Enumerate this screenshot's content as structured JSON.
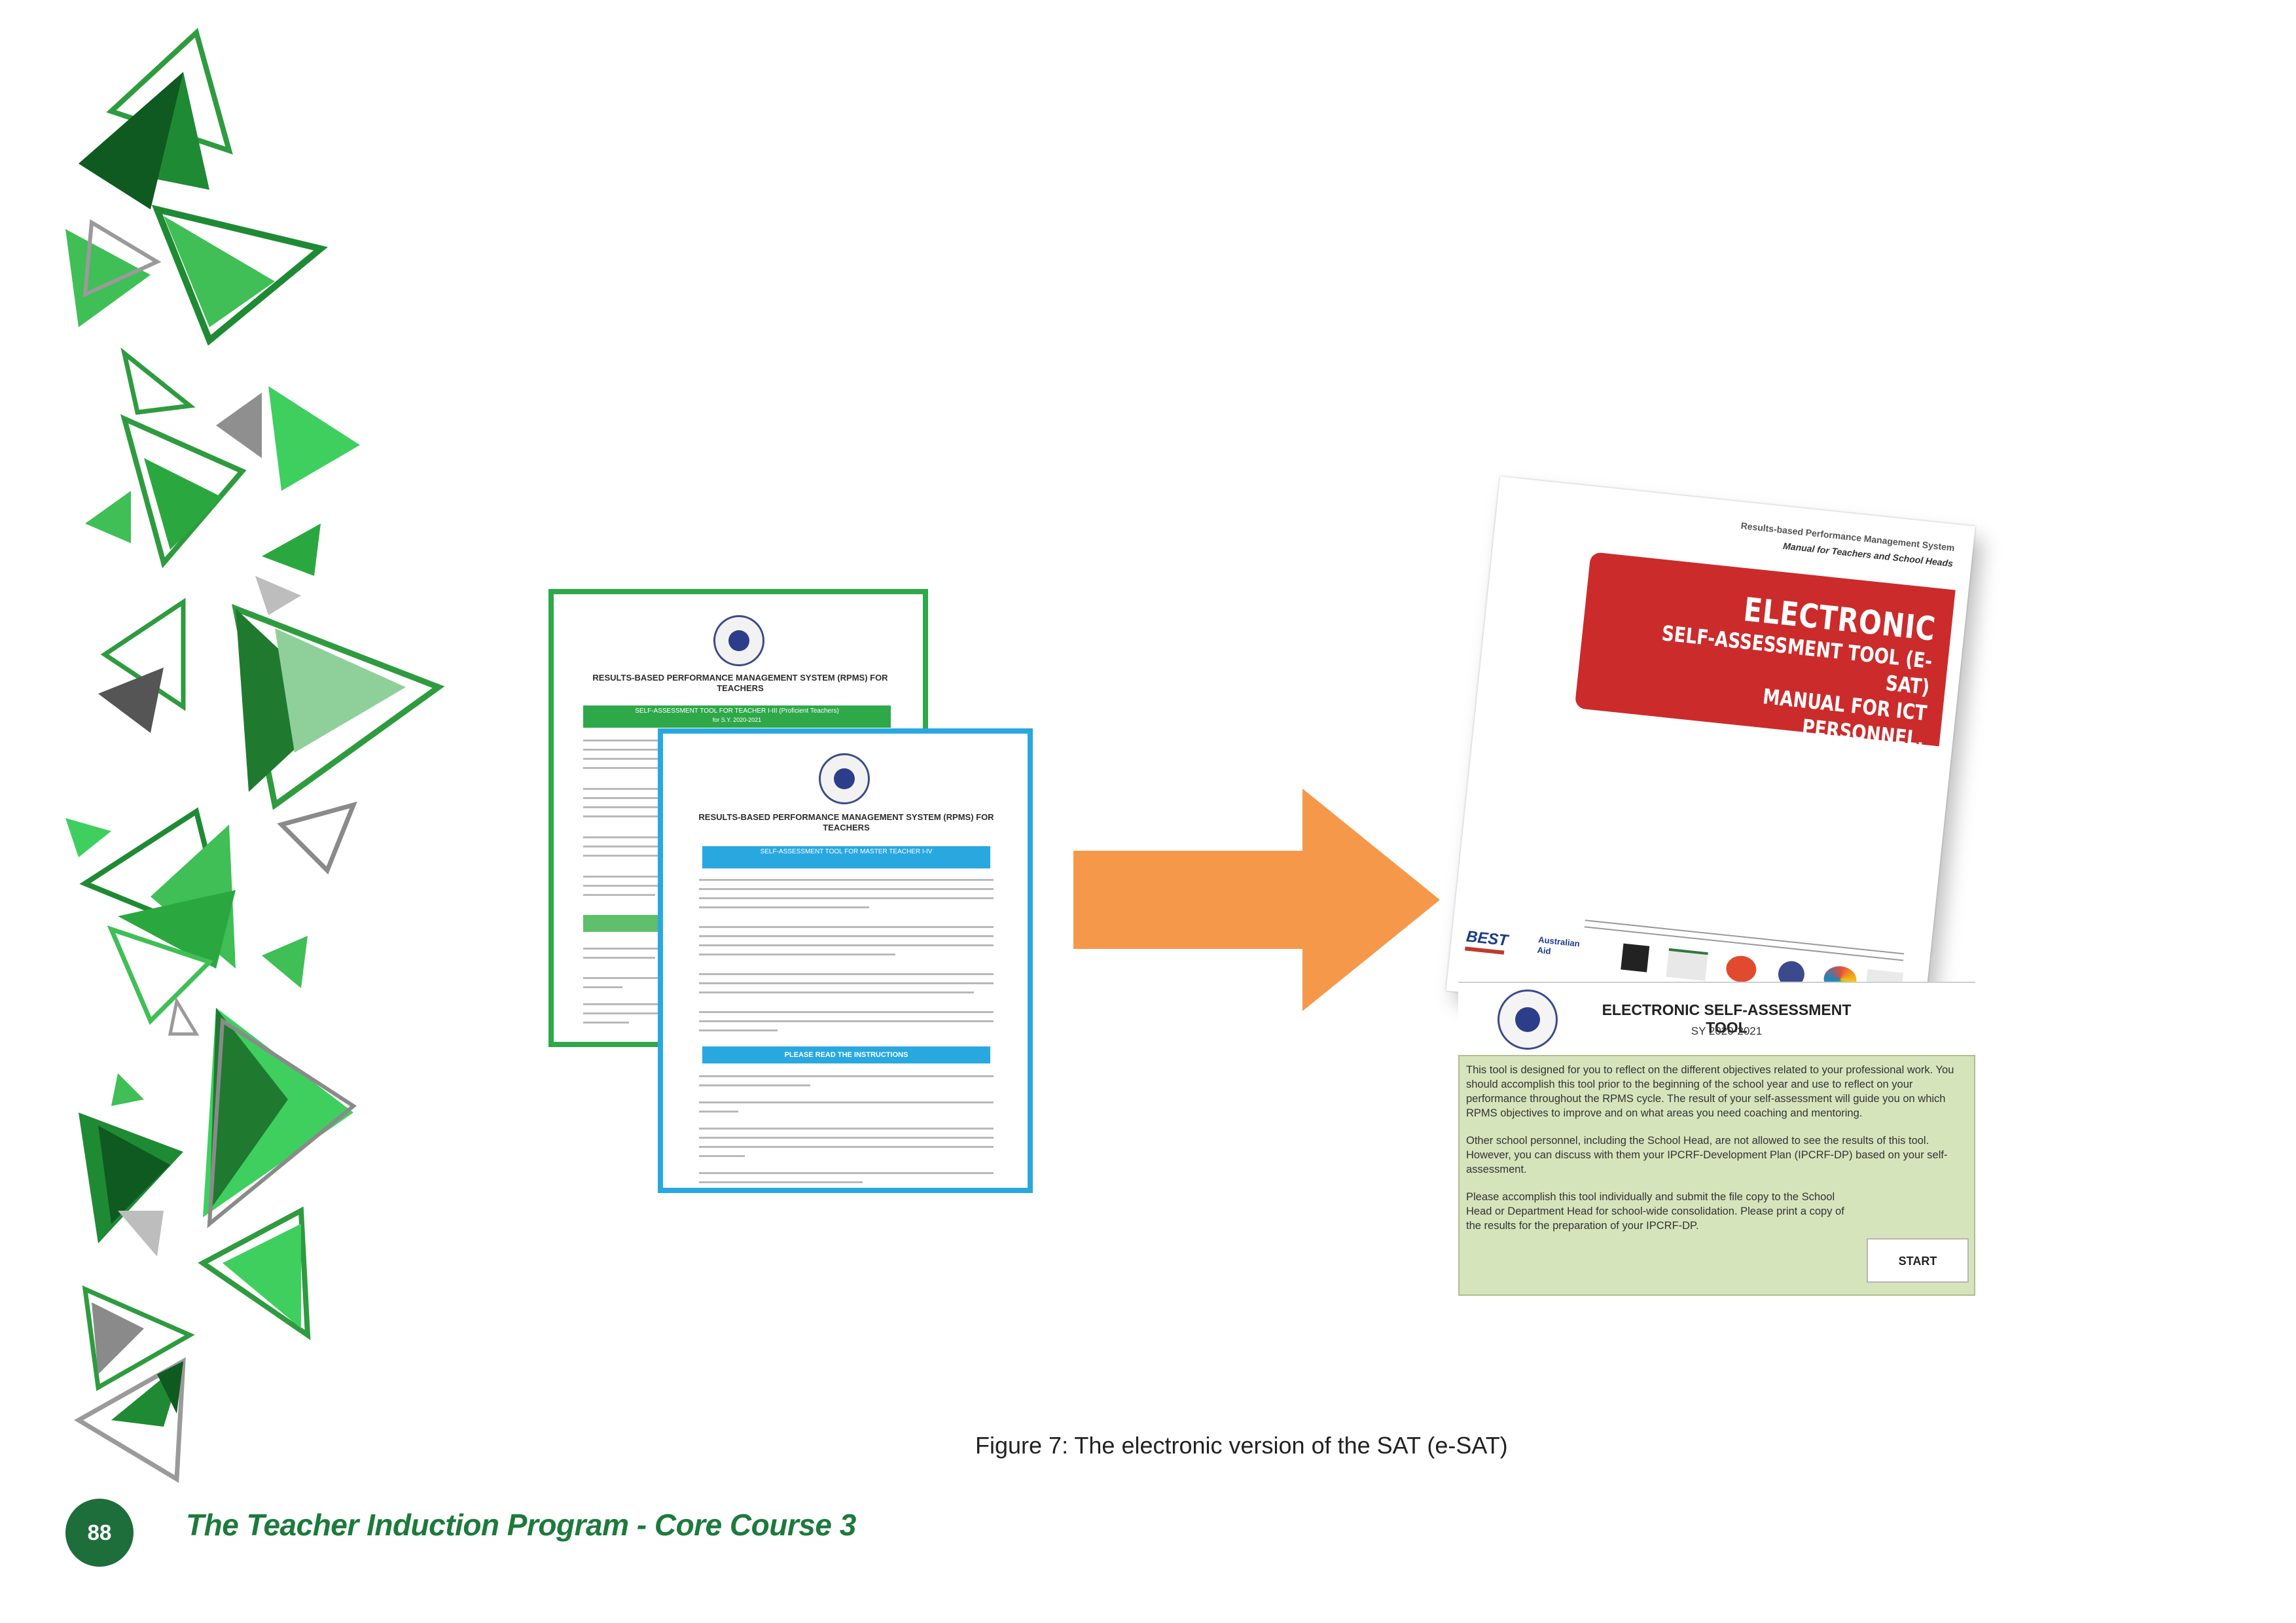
{
  "doc_green": {
    "title": "RESULTS-BASED PERFORMANCE MANAGEMENT SYSTEM (RPMS) FOR TEACHERS",
    "bar_label": "SELF-ASSESSMENT TOOL FOR TEACHER I-III (Proficient Teachers)",
    "year": "for S.Y. 2020-2021"
  },
  "doc_blue": {
    "title": "RESULTS-BASED PERFORMANCE MANAGEMENT SYSTEM (RPMS) FOR TEACHERS",
    "bar_label": "SELF-ASSESSMENT TOOL FOR MASTER TEACHER I-IV",
    "instructions_label": "PLEASE READ THE INSTRUCTIONS"
  },
  "manual": {
    "header1": "Results-based Performance Management System",
    "header2": "Manual for Teachers and School Heads",
    "title_line1": "ELECTRONIC",
    "title_line2": "SELF-ASSESSMENT TOOL (E-SAT)",
    "title_line3": "MANUAL FOR ICT PERSONNEL,",
    "title_line4": "TEACHERS AND SCHOOL HEADS",
    "logo_best": "BEST",
    "logo_aid": "Australian Aid"
  },
  "esat": {
    "title": "ELECTRONIC SELF-ASSESSMENT TOOL",
    "year": "SY 2020-2021",
    "paragraph1": "This tool is designed for you to reflect on the different objectives related to your professional work. You should accomplish this tool prior to the beginning of the school year and use to reflect on your performance throughout the RPMS cycle. The result of your self-assessment will guide you on which RPMS objectives to improve and on what areas you need coaching and mentoring.",
    "paragraph2": "Other school personnel, including the School Head, are not allowed to see the results of this tool. However, you can discuss with them your IPCRF-Development Plan (IPCRF-DP) based on your self-assessment.",
    "paragraph3": "Please accomplish this tool individually and submit the file copy to the School Head or Department Head for school-wide consolidation. Please print a copy of the results for the preparation of your IPCRF-DP.",
    "start_label": "START"
  },
  "caption": "Figure 7: The electronic version of the SAT (e-SAT)",
  "footer": {
    "page_number": "88",
    "title": "The Teacher Induction Program - Core Course 3"
  },
  "colors": {
    "green_border": "#2fa84a",
    "blue_border": "#29a8e0",
    "arrow": "#f5984a",
    "manual_red": "#cc2b2b",
    "esat_panel": "#d6e4bc",
    "footer_green": "#1d7a3c"
  }
}
